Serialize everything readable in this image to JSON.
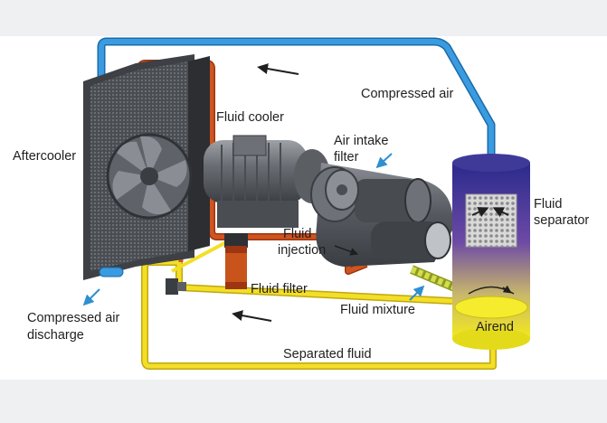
{
  "labels": {
    "compressed_air": "Compressed air",
    "fluid_cooler": "Fluid cooler",
    "aftercooler": "Aftercooler",
    "air_intake_filter_1": "Air intake",
    "air_intake_filter_2": "filter",
    "fluid_separator_1": "Fluid",
    "fluid_separator_2": "separator",
    "fluid_injection_1": "Fluid",
    "fluid_injection_2": "injection",
    "fluid_filter": "Fluid filter",
    "fluid_mixture": "Fluid mixture",
    "compressed_air_discharge_1": "Compressed air",
    "compressed_air_discharge_2": "discharge",
    "airend": "Airend",
    "separated_fluid": "Separated fluid"
  },
  "colors": {
    "air_line": "#2f8fd1",
    "fluid_line": "#c2491a",
    "separated_line": "#f2dc24",
    "mixture_line": "#c9d447",
    "machine_gray": "#5b5e63",
    "tank_top": "#35308f",
    "tank_bottom": "#f2e81e"
  }
}
